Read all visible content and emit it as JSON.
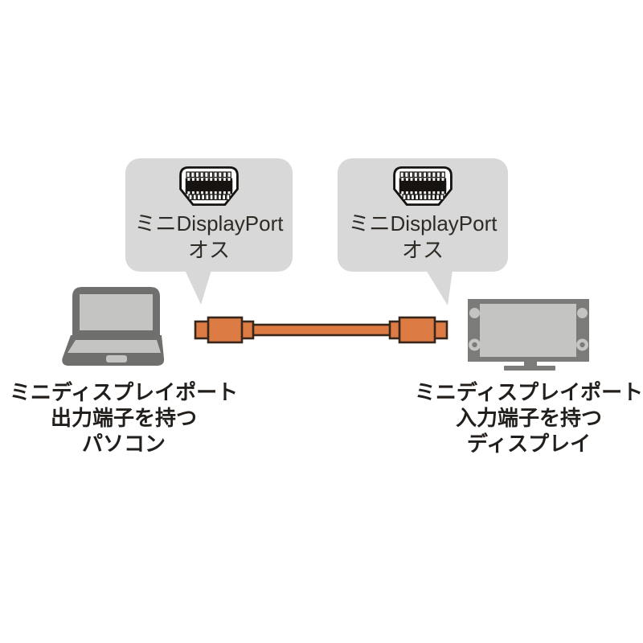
{
  "callouts": {
    "left": {
      "title": "ミニDisplayPort",
      "subtitle": "オス",
      "icon": "mini-displayport-male-connector"
    },
    "right": {
      "title": "ミニDisplayPort",
      "subtitle": "オス",
      "icon": "mini-displayport-male-connector"
    }
  },
  "captions": {
    "left": {
      "line1": "ミニディスプレイポート",
      "line2": "出力端子を持つ",
      "line3": "パソコン"
    },
    "right": {
      "line1": "ミニディスプレイポート",
      "line2": "入力端子を持つ",
      "line3": "ディスプレイ"
    }
  },
  "illustration": {
    "left_device": "laptop",
    "right_device": "display-monitor",
    "connection": "mini-displayport-cable"
  },
  "colors": {
    "background": "#ffffff",
    "bubble_bg": "#d8d8d8",
    "bubble_text": "#2e2a26",
    "caption_text": "#221e1b",
    "cable_fill": "#dd7b45",
    "cable_outline": "#38261a",
    "laptop_gray": "#6f6f6d",
    "display_gray": "#7b7b79",
    "screen_light": "#c4c4c3",
    "connector_icon_ink": "#161311"
  }
}
